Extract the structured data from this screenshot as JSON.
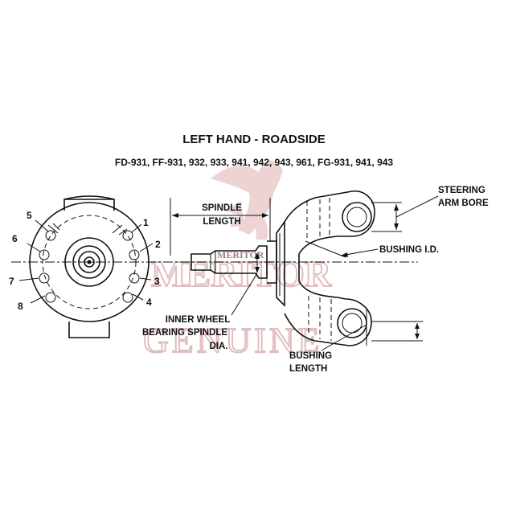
{
  "title": "LEFT HAND - ROADSIDE",
  "models": "FD-931, FF-931, 932, 933, 941, 942, 943, 961, FG-931, 941, 943",
  "bolt_numbers": [
    "1",
    "2",
    "3",
    "4",
    "5",
    "6",
    "7",
    "8"
  ],
  "labels": {
    "spindle_length": [
      "SPINDLE",
      "LENGTH"
    ],
    "steering_arm_bore": [
      "STEERING",
      "ARM BORE"
    ],
    "bushing_id": "BUSHING I.D.",
    "inner_wheel_bearing": [
      "INNER WHEEL",
      "BEARING SPINDLE",
      "DIA."
    ],
    "bushing_length": [
      "BUSHING",
      "LENGTH"
    ]
  },
  "watermark": {
    "brand_small": "MERITOR",
    "brand_large": "MERITOR",
    "genuine": "GENUINE"
  },
  "colors": {
    "ink": "#111111",
    "watermark": "#c98a8a",
    "background": "#ffffff"
  }
}
